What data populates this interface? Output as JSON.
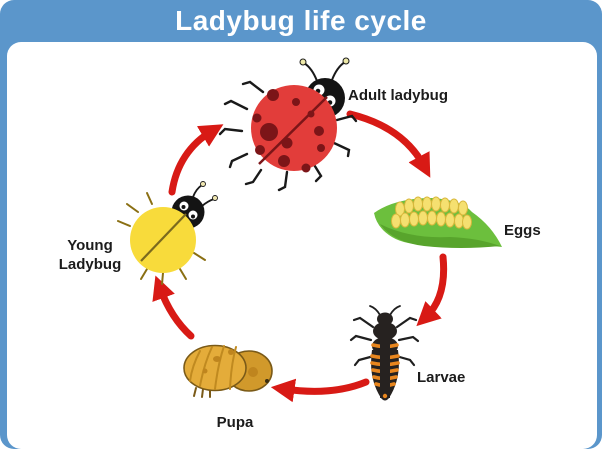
{
  "title": "Ladybug life cycle",
  "stages": [
    {
      "id": "adult",
      "label": "Adult ladybug"
    },
    {
      "id": "eggs",
      "label": "Eggs"
    },
    {
      "id": "larvae",
      "label": "Larvae"
    },
    {
      "id": "pupa",
      "label": "Pupa"
    },
    {
      "id": "young",
      "label": "Young Ladybug",
      "label_line1": "Young",
      "label_line2": "Ladybug"
    }
  ],
  "cycle_order": [
    "Adult ladybug",
    "Eggs",
    "Larvae",
    "Pupa",
    "Young Ladybug"
  ],
  "colors": {
    "background_blue": "#5B96CB",
    "card_white": "#FFFFFF",
    "title_text": "#FFFFFF",
    "label_text": "#1C1C1C",
    "arrow_red": "#D81A15",
    "adult_body_red": "#E23D3A",
    "adult_spot_dark": "#7C1518",
    "young_body_yellow": "#F8DB3B",
    "pupa_gold": "#E4AC3A",
    "larva_black": "#262220",
    "larva_orange": "#E8861E",
    "leaf_green": "#6CBF3D",
    "leaf_green_dark": "#58A42C",
    "egg_yellow": "#F5E070"
  }
}
